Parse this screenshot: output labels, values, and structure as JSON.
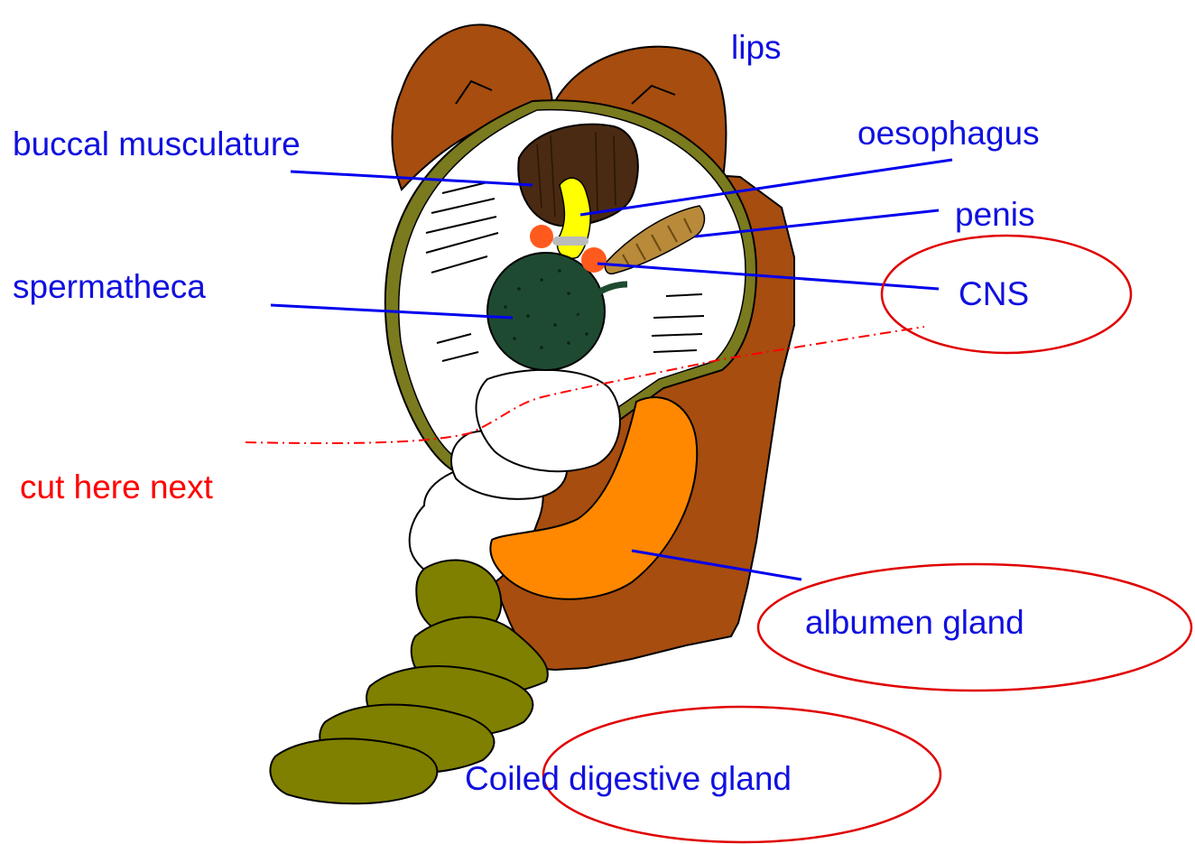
{
  "labels": {
    "lips": "lips",
    "buccal_musculature": "buccal musculature",
    "oesophagus": "oesophagus",
    "penis": "penis",
    "spermatheca": "spermatheca",
    "cns": "CNS",
    "cut_here_next": "cut here next",
    "albumen_gland": "albumen gland",
    "coiled_digestive_gland": "Coiled digestive gland"
  },
  "colors": {
    "label_text": "#1010e0",
    "leader_line": "#0000ee",
    "cut_annotation": "#ff0000",
    "highlight_circle": "#e00000",
    "lips": "#a64d0f",
    "body_wall": "#a64d0f",
    "mantle_rim": "#7a7a1e",
    "buccal_mass": "#4a2a12",
    "oesophagus": "#ffff00",
    "penis": "#b88a3a",
    "spermatheca": "#1f4a32",
    "ganglia": "#ff5a1e",
    "albumen_gland": "#ff8800",
    "digestive_gland": "#7f7f00"
  }
}
